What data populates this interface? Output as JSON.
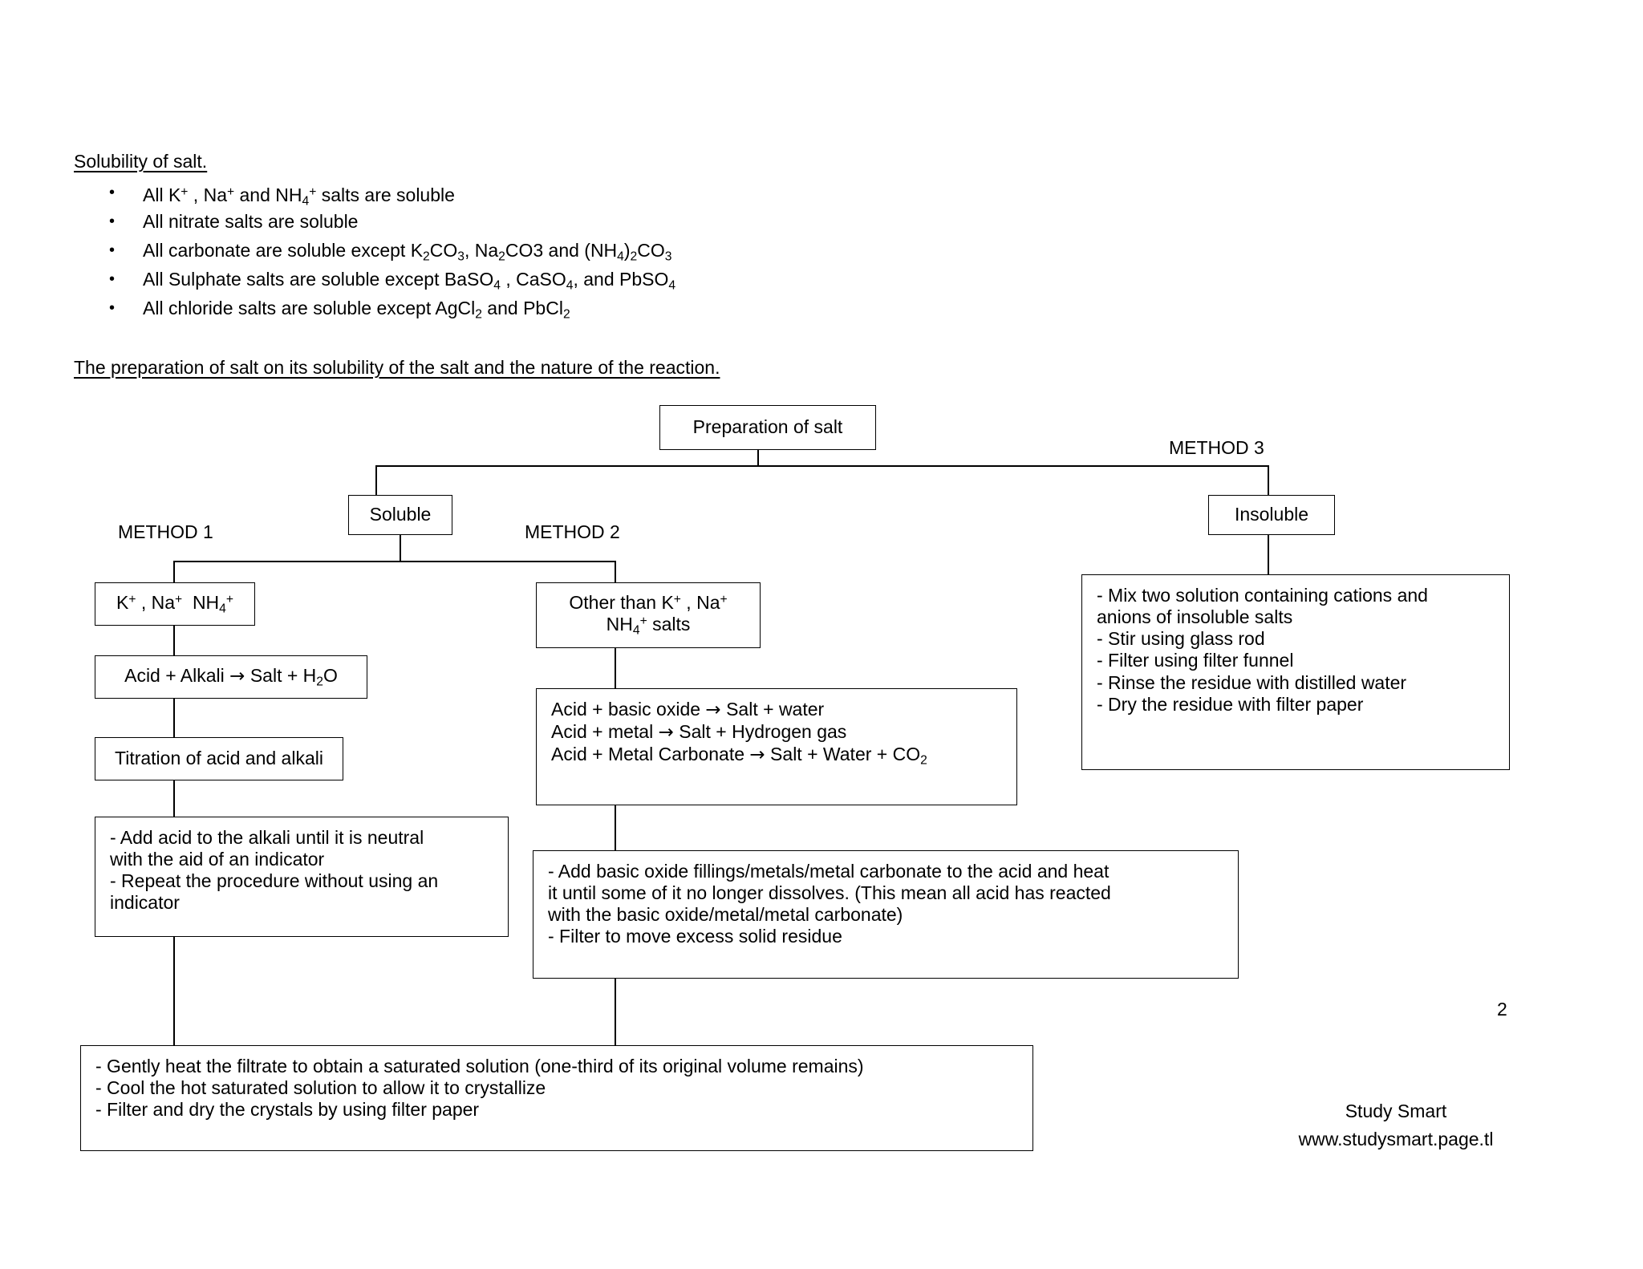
{
  "document": {
    "page_number": "2",
    "footer_line1": "Study Smart",
    "footer_line2": "www.studysmart.page.tl"
  },
  "solubility": {
    "heading": "Solubility of salt.",
    "bullets": [
      "All K+ , Na+ and NH4+ salts are soluble",
      "All nitrate salts are soluble",
      "All carbonate are soluble except K2CO3, Na2CO3 and (NH4)2CO3",
      "All Sulphate salts are soluble except BaSO4 , CaSO4, and PbSO4",
      "All chloride salts are soluble except AgCl2 and PbCl2"
    ]
  },
  "preparation": {
    "heading": "The preparation of salt on its solubility of the salt and the nature of the reaction."
  },
  "flowchart": {
    "root": "Preparation of salt",
    "branch_soluble": "Soluble",
    "branch_insoluble": "Insoluble",
    "method1_label": "METHOD 1",
    "method2_label": "METHOD 2",
    "method3_label": "METHOD 3",
    "method1": {
      "cations": "K+ , Na+  NH4+",
      "reaction": "Acid + Alkali → Salt + H2O",
      "technique": "Titration of acid and alkali",
      "steps": [
        "- Add acid to the alkali until it is neutral",
        "   with the aid of an indicator",
        "- Repeat the procedure without using an",
        "   indicator"
      ]
    },
    "method2": {
      "cations_line1": "Other than K+ , Na+",
      "cations_line2": "NH4+ salts",
      "reactions": [
        "Acid + basic oxide → Salt + water",
        "Acid + metal → Salt + Hydrogen gas",
        "Acid + Metal Carbonate → Salt + Water + CO2"
      ],
      "steps": [
        "- Add basic oxide fillings/metals/metal carbonate to the acid and heat",
        "it until some of it no longer dissolves. (This mean all acid has reacted",
        "with the basic oxide/metal/metal carbonate)",
        "- Filter to move excess solid residue"
      ]
    },
    "method3": {
      "steps": [
        "- Mix two solution containing cations and",
        "anions of insoluble salts",
        "- Stir using glass rod",
        "- Filter using filter funnel",
        "- Rinse the residue with distilled water",
        "- Dry the residue with filter paper"
      ]
    },
    "final_steps": [
      "- Gently heat the filtrate to obtain a saturated solution (one-third of its original volume remains)",
      "- Cool the hot saturated solution to allow it to crystallize",
      "- Filter and dry the crystals by using filter paper"
    ]
  }
}
